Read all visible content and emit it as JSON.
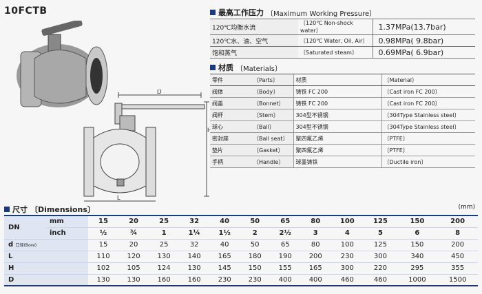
{
  "model": "10FCTB",
  "pressure": {
    "title_cn": "最高工作压力",
    "title_en": "〔Maximum Working Pressure〕",
    "rows": [
      {
        "cn": "120℃均衡水流",
        "en": "〔120℃ Non-shock water〕",
        "value": "1.37MPa(13.7bar)"
      },
      {
        "cn": "120℃水、油、空气",
        "en": "〔120℃ Water, Oil, Air〕",
        "value": "0.98MPa( 9.8bar)"
      },
      {
        "cn": "饱和蒸气",
        "en": "〔Saturated steam〕",
        "value": "0.69MPa( 6.9bar)"
      }
    ]
  },
  "materials": {
    "title_cn": "材质",
    "title_en": "〔Materials〕",
    "rows": [
      {
        "part_cn": "零件",
        "part_en": "〔Parts〕",
        "mat_cn": "材质",
        "mat_en": "〔Material〕"
      },
      {
        "part_cn": "阀体",
        "part_en": "〔Body〕",
        "mat_cn": "铸铁 FC 200",
        "mat_en": "〔Cast iron FC 200〕"
      },
      {
        "part_cn": "阀盖",
        "part_en": "〔Bonnet〕",
        "mat_cn": "铸铁 FC 200",
        "mat_en": "〔Cast iron FC 200〕"
      },
      {
        "part_cn": "阀杆",
        "part_en": "〔Stem〕",
        "mat_cn": "304型不锈钢",
        "mat_en": "〔304Type Stainless steel〕"
      },
      {
        "part_cn": "球心",
        "part_en": "〔Ball〕",
        "mat_cn": "304型不锈钢",
        "mat_en": "〔304Type Stainless steel〕"
      },
      {
        "part_cn": "密封座",
        "part_en": "〔Ball seat〕",
        "mat_cn": "聚四氟乙烯",
        "mat_en": "〔PTFE〕"
      },
      {
        "part_cn": "垫片",
        "part_en": "〔Gasket〕",
        "mat_cn": "聚四氟乙烯",
        "mat_en": "〔PTFE〕"
      },
      {
        "part_cn": "手柄",
        "part_en": "〔Handle〕",
        "mat_cn": "球墨铸铁",
        "mat_en": "〔Ductile iron〕"
      }
    ]
  },
  "drawing_labels": {
    "d": "D",
    "h": "H",
    "l": "L"
  },
  "dimensions": {
    "title_cn": "尺寸",
    "title_en": "〔Dimensions〕",
    "unit": "(mm)",
    "dn_label": "DN",
    "mm_label": "mm",
    "inch_label": "inch",
    "mm": [
      "15",
      "20",
      "25",
      "32",
      "40",
      "50",
      "65",
      "80",
      "100",
      "125",
      "150",
      "200"
    ],
    "inch": [
      "½",
      "¾",
      "1",
      "1¼",
      "1½",
      "2",
      "2½",
      "3",
      "4",
      "5",
      "6",
      "8"
    ],
    "rows": [
      {
        "label": "d",
        "sub": "口径(Bore)",
        "values": [
          "15",
          "20",
          "25",
          "32",
          "40",
          "50",
          "65",
          "80",
          "100",
          "125",
          "150",
          "200"
        ]
      },
      {
        "label": "L",
        "sub": "",
        "values": [
          "110",
          "120",
          "130",
          "140",
          "165",
          "180",
          "190",
          "200",
          "230",
          "300",
          "340",
          "450"
        ]
      },
      {
        "label": "H",
        "sub": "",
        "values": [
          "102",
          "105",
          "124",
          "130",
          "145",
          "150",
          "155",
          "165",
          "300",
          "220",
          "295",
          "355"
        ]
      },
      {
        "label": "D",
        "sub": "",
        "values": [
          "130",
          "130",
          "160",
          "160",
          "230",
          "230",
          "400",
          "400",
          "460",
          "460",
          "1000",
          "1500"
        ]
      }
    ]
  }
}
